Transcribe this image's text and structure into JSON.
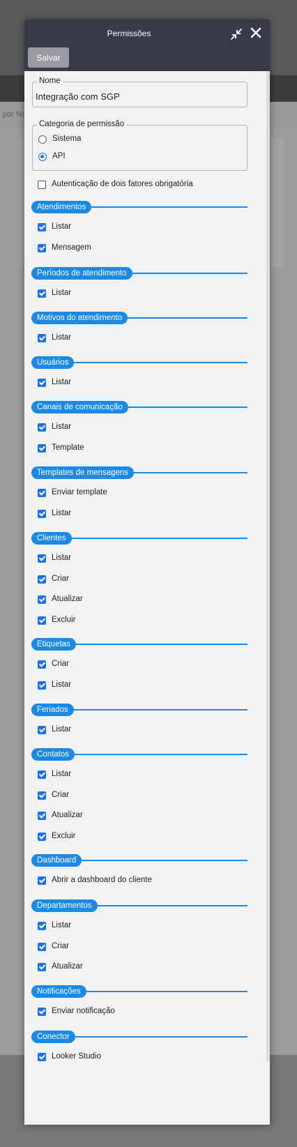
{
  "background": {
    "filter_text": "por No"
  },
  "modal": {
    "title": "Permissões",
    "save_label": "Salvar",
    "name": {
      "legend": "Nome",
      "value": "Integração com SGP"
    },
    "category": {
      "legend": "Categoria de permissão",
      "options": [
        {
          "label": "Sistema",
          "selected": false
        },
        {
          "label": "API",
          "selected": true
        }
      ]
    },
    "two_factor": {
      "label": "Autenticação de dois fatores obrigatória",
      "checked": false
    },
    "sections": [
      {
        "title": "Atendimentos",
        "items": [
          "Listar",
          "Mensagem"
        ]
      },
      {
        "title": "Períodos de atendimento",
        "items": [
          "Listar"
        ]
      },
      {
        "title": "Motivos do atendimento",
        "items": [
          "Listar"
        ]
      },
      {
        "title": "Usuários",
        "items": [
          "Listar"
        ]
      },
      {
        "title": "Canais de comunicação",
        "items": [
          "Listar",
          "Template"
        ]
      },
      {
        "title": "Templates de mensagens",
        "items": [
          "Enviar template",
          "Listar"
        ]
      },
      {
        "title": "Clientes",
        "items": [
          "Listar",
          "Criar",
          "Atualizar",
          "Excluir"
        ]
      },
      {
        "title": "Etiquetas",
        "items": [
          "Criar",
          "Listar"
        ]
      },
      {
        "title": "Feriados",
        "items": [
          "Listar"
        ]
      },
      {
        "title": "Contatos",
        "items": [
          "Listar",
          "Criar",
          "Atualizar",
          "Excluir"
        ]
      },
      {
        "title": "Dashboard",
        "items": [
          "Abrir a dashboard do cliente"
        ]
      },
      {
        "title": "Departamentos",
        "items": [
          "Listar",
          "Criar",
          "Atualizar"
        ]
      },
      {
        "title": "Notificações",
        "items": [
          "Enviar notificação"
        ]
      },
      {
        "title": "Conector",
        "items": [
          "Looker Studio"
        ]
      }
    ]
  },
  "colors": {
    "accent": "#1a8ae6",
    "checkbox": "#1a73e8",
    "header": "#383a48"
  },
  "icons": {
    "collapse": "collapse-arrows-icon",
    "close": "close-icon"
  }
}
